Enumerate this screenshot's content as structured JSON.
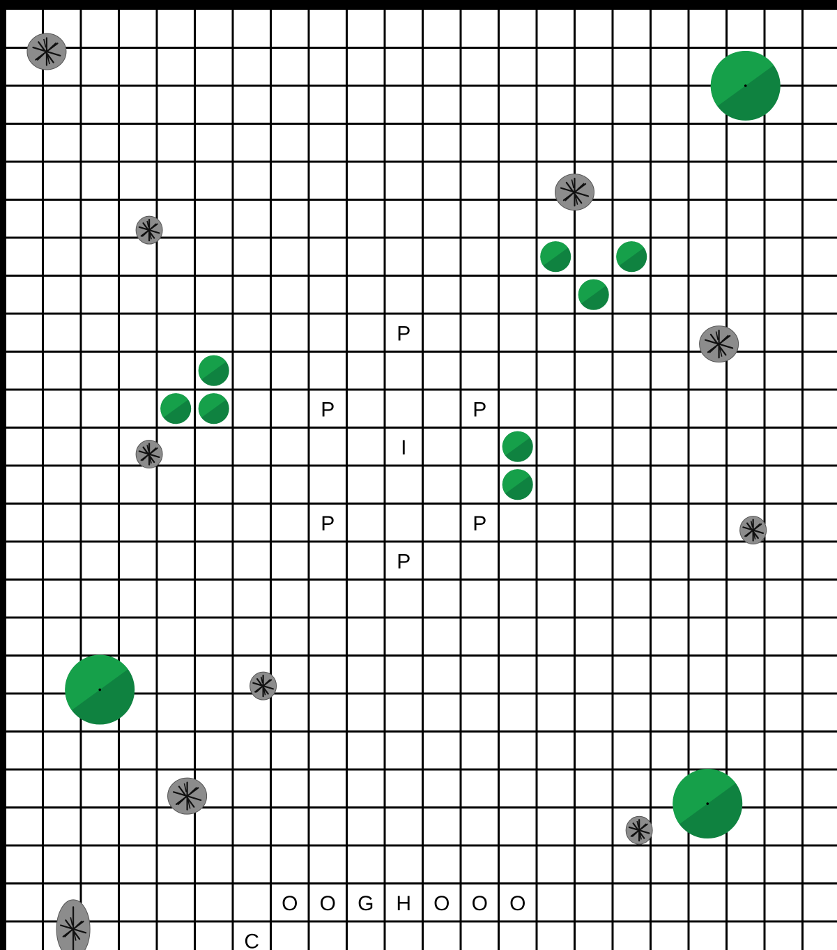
{
  "board": {
    "columns": 22,
    "rows": 25,
    "colors": {
      "background": "#ffffff",
      "grid_line": "#000000",
      "frame": "#000000",
      "tree_light": "#16a04a",
      "tree_dark": "#0f8240",
      "rock_fill": "#8c8c8c",
      "rock_crack": "#111111"
    }
  },
  "letters": [
    {
      "col": 10,
      "row": 8,
      "text": "P"
    },
    {
      "col": 8,
      "row": 10,
      "text": "P"
    },
    {
      "col": 12,
      "row": 10,
      "text": "P"
    },
    {
      "col": 10,
      "row": 11,
      "text": "I"
    },
    {
      "col": 8,
      "row": 13,
      "text": "P"
    },
    {
      "col": 12,
      "row": 13,
      "text": "P"
    },
    {
      "col": 10,
      "row": 14,
      "text": "P"
    },
    {
      "col": 7,
      "row": 23,
      "text": "O"
    },
    {
      "col": 8,
      "row": 23,
      "text": "O"
    },
    {
      "col": 9,
      "row": 23,
      "text": "G"
    },
    {
      "col": 10,
      "row": 23,
      "text": "H"
    },
    {
      "col": 11,
      "row": 23,
      "text": "O"
    },
    {
      "col": 12,
      "row": 23,
      "text": "O"
    },
    {
      "col": 13,
      "row": 23,
      "text": "O"
    },
    {
      "col": 6,
      "row": 24,
      "text": "C"
    }
  ],
  "small_trees": [
    {
      "col": 5,
      "row": 9
    },
    {
      "col": 4,
      "row": 10
    },
    {
      "col": 5,
      "row": 10
    },
    {
      "col": 14,
      "row": 6
    },
    {
      "col": 16,
      "row": 6
    },
    {
      "col": 15,
      "row": 7
    },
    {
      "col": 13,
      "row": 11
    },
    {
      "col": 13,
      "row": 12
    }
  ],
  "large_trees": [
    {
      "col": 19,
      "row": 1.5
    },
    {
      "col": 2,
      "row": 17.4
    },
    {
      "col": 18,
      "row": 20.4
    }
  ],
  "rocks": [
    {
      "col": 0.6,
      "row": 0.6,
      "size": "medium"
    },
    {
      "col": 14.5,
      "row": 4.3,
      "size": "medium"
    },
    {
      "col": 3.3,
      "row": 5.3,
      "size": "small"
    },
    {
      "col": 18.3,
      "row": 8.3,
      "size": "medium"
    },
    {
      "col": 3.3,
      "row": 11.2,
      "size": "small"
    },
    {
      "col": 19.2,
      "row": 13.2,
      "size": "small"
    },
    {
      "col": 6.3,
      "row": 17.3,
      "size": "small"
    },
    {
      "col": 4.3,
      "row": 20.2,
      "size": "medium"
    },
    {
      "col": 16.2,
      "row": 21.1,
      "size": "small"
    },
    {
      "col": 1.3,
      "row": 23.7,
      "size": "tall"
    }
  ]
}
